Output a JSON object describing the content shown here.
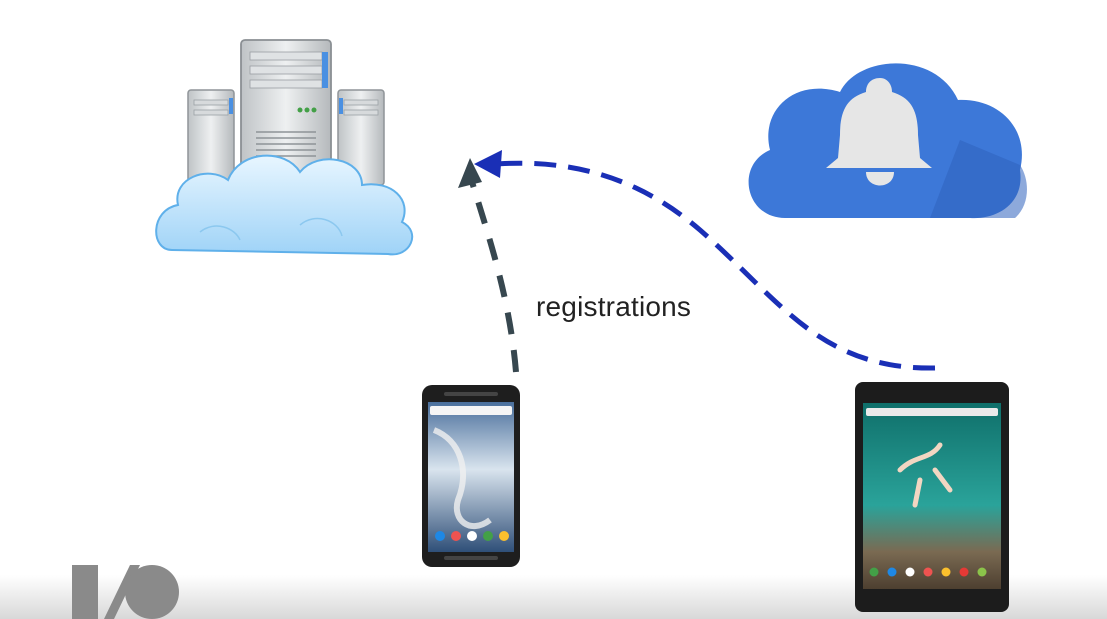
{
  "diagram": {
    "edge_label": "registrations",
    "nodes": [
      {
        "id": "app-server",
        "icon": "server-cloud-icon"
      },
      {
        "id": "push-service",
        "icon": "cloud-bell-icon"
      },
      {
        "id": "phone",
        "icon": "smartphone-icon"
      },
      {
        "id": "tablet",
        "icon": "tablet-icon"
      }
    ],
    "edges": [
      {
        "from": "phone",
        "to": "app-server",
        "style": "dashed",
        "color": "#37474f"
      },
      {
        "from": "tablet",
        "to": "app-server",
        "style": "dashed",
        "color": "#1a2fb6"
      }
    ]
  },
  "colors": {
    "push_cloud": "#3d78d8",
    "phone_arrow": "#37474f",
    "tablet_arrow": "#1a2fb6",
    "logo": "#8a8a8a"
  },
  "logo": {
    "icon": "io-logo-icon"
  }
}
